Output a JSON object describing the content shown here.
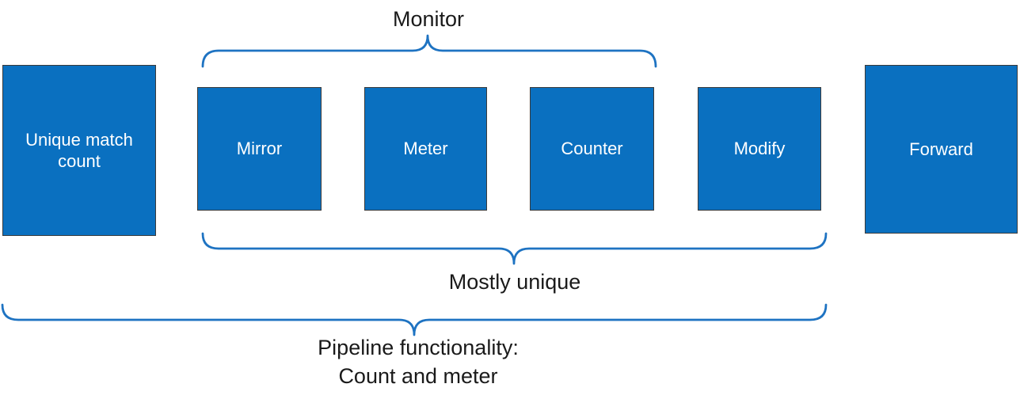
{
  "diagram": {
    "boxes": [
      {
        "id": "unique",
        "label": "Unique match count"
      },
      {
        "id": "mirror",
        "label": "Mirror"
      },
      {
        "id": "meter",
        "label": "Meter"
      },
      {
        "id": "counter",
        "label": "Counter"
      },
      {
        "id": "modify",
        "label": "Modify"
      },
      {
        "id": "forward",
        "label": "Forward"
      }
    ],
    "braces": [
      {
        "id": "monitor",
        "label": "Monitor",
        "spans": "Mirror, Meter, Counter",
        "pointer": "up"
      },
      {
        "id": "mostly-unique",
        "label": "Mostly unique",
        "spans": "Mirror, Meter, Counter, Modify",
        "pointer": "down"
      },
      {
        "id": "pipeline",
        "label_line1": "Pipeline functionality:",
        "label_line2": "Count and meter",
        "spans": "Unique match count, Mirror, Meter, Counter, Modify",
        "pointer": "down"
      }
    ],
    "colors": {
      "box_fill": "#0a70c0",
      "box_border": "#3a3a3a",
      "brace": "#1e73c2",
      "label_text": "#1a1a1a",
      "box_text": "#ffffff",
      "background": "#ffffff"
    }
  }
}
